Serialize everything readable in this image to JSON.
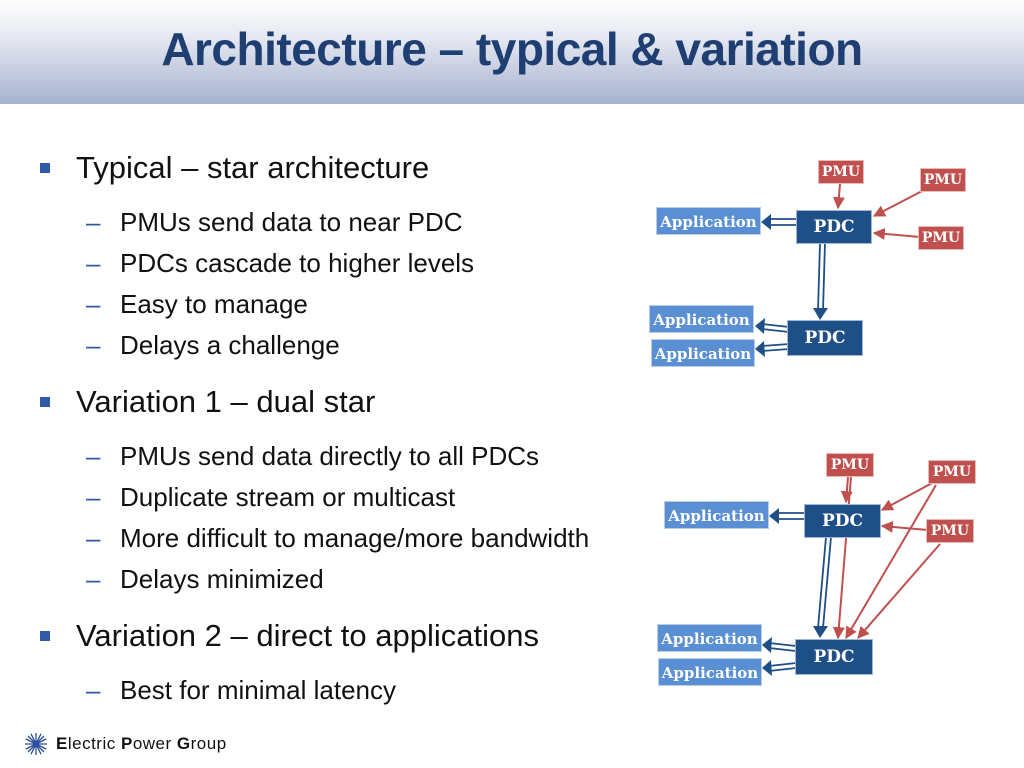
{
  "title": "Architecture – typical & variation",
  "bullets": {
    "b1": "Typical – star architecture",
    "b1_subs": [
      "PMUs send data to near PDC",
      "PDCs cascade to higher levels",
      "Easy to manage",
      "Delays a challenge"
    ],
    "b2": "Variation 1 – dual star",
    "b2_subs": [
      "PMUs send data directly to all PDCs",
      "Duplicate stream or multicast",
      "More difficult to manage/more bandwidth",
      "Delays minimized"
    ],
    "b3": "Variation 2 – direct to applications",
    "b3_subs": [
      "Best for minimal latency"
    ]
  },
  "diagram": {
    "labels": {
      "pmu": "PMU",
      "pdc": "PDC",
      "application": "Application"
    },
    "colors": {
      "pmu": "#c0504d",
      "pdc": "#1f4f87",
      "application": "#5b8fd3",
      "data_arrow": "#1f4f87",
      "pmu_arrow": "#c0504d"
    }
  },
  "footer": {
    "logo_icon": "starburst-logo-icon",
    "company_parts": [
      {
        "cap": "E",
        "rest": "lectric "
      },
      {
        "cap": "P",
        "rest": "ower "
      },
      {
        "cap": "G",
        "rest": "roup"
      }
    ]
  }
}
